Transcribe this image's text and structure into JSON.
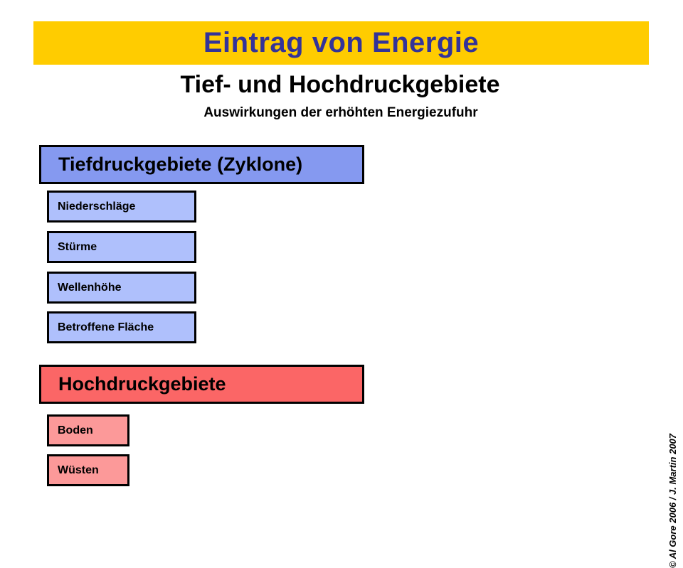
{
  "slide": {
    "banner_title": "Eintrag von Energie",
    "subtitle": "Tief- und Hochdruckgebiete",
    "subsubtitle": "Auswirkungen der erhöhten Energiezufuhr",
    "copyright": "© Al Gore 2006 / J. Martin 2007"
  },
  "colors": {
    "banner_bg": "#FFCC00",
    "banner_text": "#333399",
    "cyclone_header_bg": "#8599F0",
    "cyclone_item_bg": "#AFC0FC",
    "anticyclone_header_bg": "#FB6666",
    "anticyclone_item_bg": "#FC9999",
    "border": "#000000",
    "page_bg": "#FFFFFF"
  },
  "groups": [
    {
      "header": "Tiefdruckgebiete (Zyklone)",
      "items": [
        {
          "label": "Niederschläge"
        },
        {
          "label": "Stürme"
        },
        {
          "label": "Wellenhöhe"
        },
        {
          "label": "Betroffene Fläche"
        }
      ]
    },
    {
      "header": "Hochdruckgebiete",
      "items": [
        {
          "label": "Boden"
        },
        {
          "label": "Wüsten"
        }
      ]
    }
  ]
}
